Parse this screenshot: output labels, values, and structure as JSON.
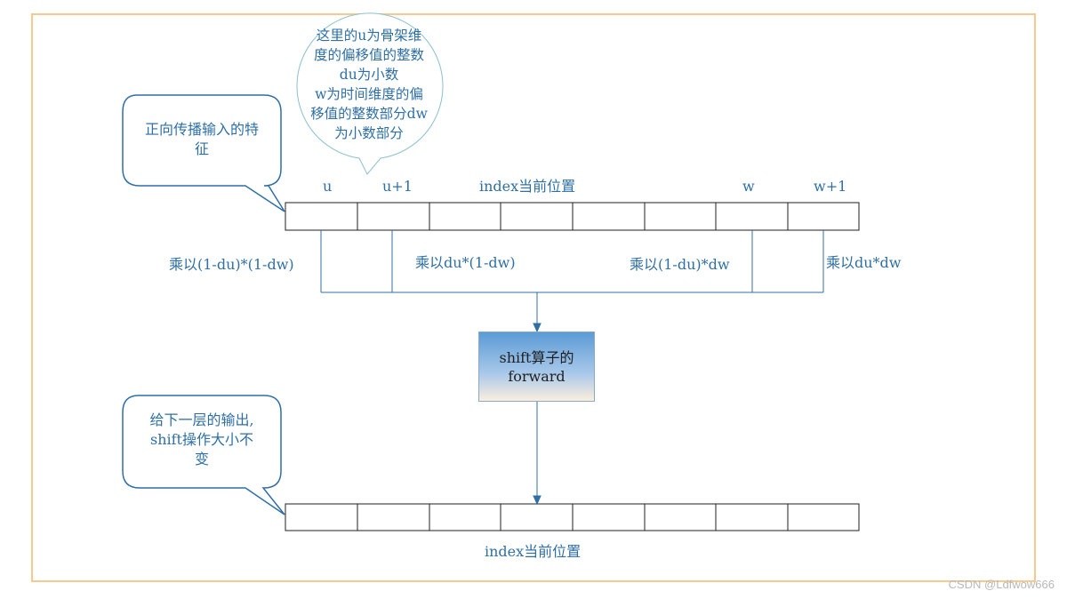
{
  "callouts": {
    "top_bubble": [
      "这里的u为骨架维",
      "度的偏移值的整数",
      "du为小数",
      "w为时间维度的偏",
      "移值的整数部分dw",
      "为小数部分"
    ],
    "input_note": [
      "正向传播输入的特",
      "征"
    ],
    "output_note": [
      "给下一层的输出,",
      "shift操作大小不",
      "变"
    ]
  },
  "input_row": {
    "labels": {
      "u": "u",
      "u_plus_1": "u+1",
      "index": "index当前位置",
      "w": "w",
      "w_plus_1": "w+1"
    }
  },
  "weights": {
    "w1": "乘以(1-du)*(1-dw)",
    "w2": "乘以du*(1-dw)",
    "w3": "乘以(1-du)*dw",
    "w4": "乘以du*dw"
  },
  "operator": {
    "line1": "shift算子的",
    "line2": "forward"
  },
  "output_row": {
    "index_label": "index当前位置"
  },
  "watermark": "CSDN @Ldfwow666",
  "colors": {
    "line": "#2f6fa5",
    "frame": "#f7c98f",
    "text": "#2f6fa5"
  }
}
